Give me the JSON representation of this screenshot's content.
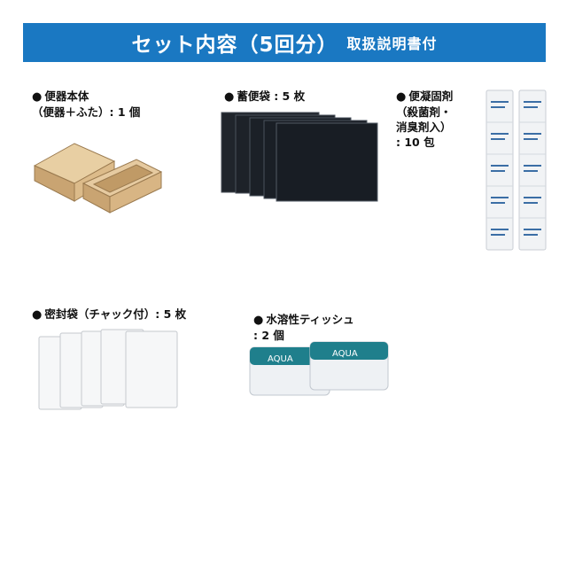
{
  "header": {
    "title": "セット内容（5回分）",
    "subtitle": "取扱説明書付"
  },
  "items": [
    {
      "bullet": "●",
      "lines": [
        "便器本体",
        "（便器＋ふた）: 1 個"
      ]
    },
    {
      "bullet": "●",
      "lines": [
        "蓄便袋 : 5 枚"
      ]
    },
    {
      "bullet": "●",
      "lines": [
        "便凝固剤",
        "（殺菌剤・",
        "消臭剤入）",
        ": 10 包"
      ]
    },
    {
      "bullet": "●",
      "lines": [
        "密封袋（チャック付）: 5 枚"
      ]
    },
    {
      "bullet": "●",
      "lines": [
        "水溶性ティッシュ",
        ": 2 個"
      ]
    }
  ],
  "tissue": {
    "brand": "AQUA"
  },
  "colors": {
    "banner": "#1a78c2",
    "box": "#d9b98a",
    "bag": "#1c2128",
    "tissue_teal": "#1f7f8c"
  }
}
